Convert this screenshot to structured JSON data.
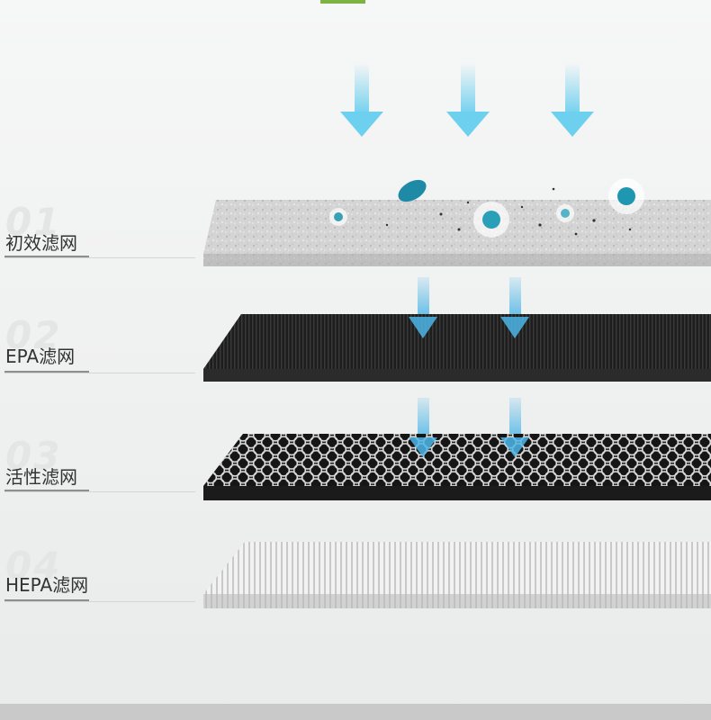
{
  "layers": [
    {
      "num": "01",
      "name": "初效滤网"
    },
    {
      "num": "02",
      "name": "EPA滤网"
    },
    {
      "num": "03",
      "name": "活性滤网"
    },
    {
      "num": "04",
      "name": "HEPA滤网"
    }
  ],
  "colors": {
    "accent": "#7cb342",
    "arrow": "#6ed0ef",
    "primary_filter": "#cfcfcf",
    "epa_filter": "#1d1d1d",
    "carbon_filter": "#161616",
    "hepa_filter": "#e6e6e6"
  }
}
